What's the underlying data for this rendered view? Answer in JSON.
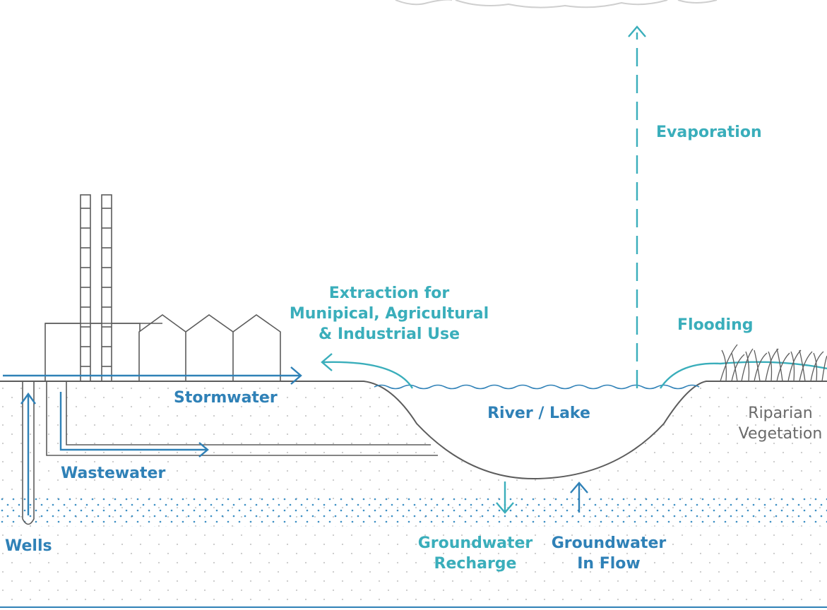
{
  "colors": {
    "teal": "#3aaebb",
    "blue": "#2f81b7",
    "outline": "#5c5c5c",
    "cloud": "#cfcfcf",
    "soil_dots": "#c9c9c9",
    "aquifer_dots": "#3d8fc4",
    "background": "#ffffff"
  },
  "labels": {
    "evaporation": "Evaporation",
    "extraction_line1": "Extraction for",
    "extraction_line2": "Munipical, Agricultural",
    "extraction_line3": "& Industrial Use",
    "flooding": "Flooding",
    "stormwater": "Stormwater",
    "river_lake": "River / Lake",
    "riparian_line1": "Riparian",
    "riparian_line2": "Vegetation",
    "wastewater": "Wastewater",
    "wells": "Wells",
    "recharge_line1": "Groundwater",
    "recharge_line2": "Recharge",
    "inflow_line1": "Groundwater",
    "inflow_line2": "In Flow"
  },
  "icons": {
    "factory": "factory-icon",
    "vegetation": "grass-icon",
    "cloud": "cloud-icon",
    "well": "well-pipe-icon"
  }
}
